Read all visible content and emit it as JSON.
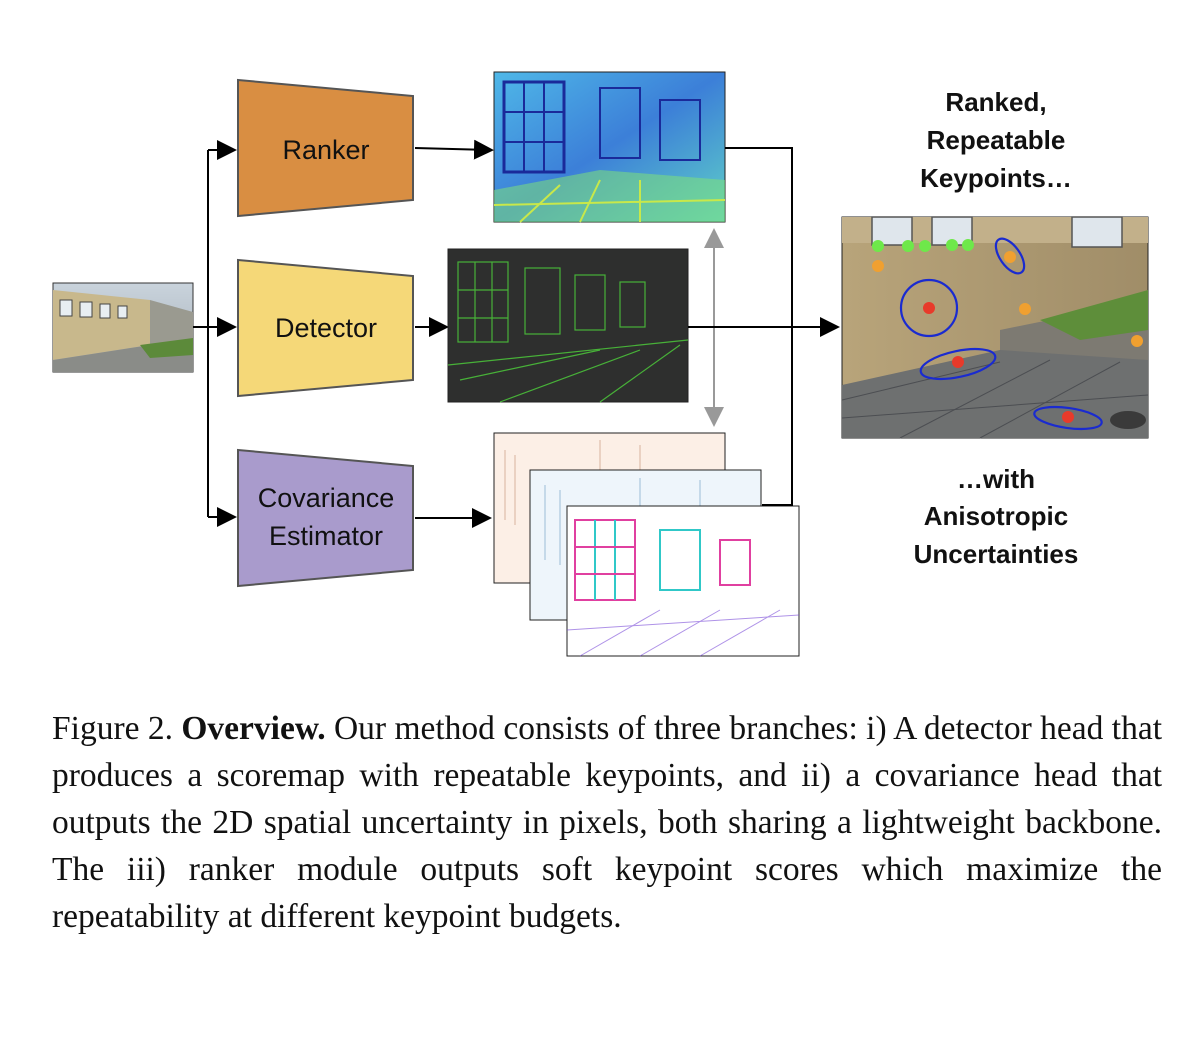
{
  "figure": {
    "blocks": {
      "ranker": "Ranker",
      "detector": "Detector",
      "covariance_line1": "Covariance",
      "covariance_line2": "Estimator"
    },
    "right_labels": {
      "top_line1": "Ranked,",
      "top_line2": "Repeatable",
      "top_line3": "Keypoints…",
      "bottom_line1": "…with",
      "bottom_line2": "Anisotropic",
      "bottom_line3": "Uncertainties"
    },
    "colors": {
      "ranker": "#d98e42",
      "detector": "#f5d878",
      "covariance": "#a99bcc",
      "block_border": "#555555",
      "green_kp": "#6ee84a",
      "orange_kp": "#f0a030",
      "red_kp": "#e83a2a",
      "ellipse": "#1a2bd0"
    }
  },
  "caption": {
    "label": "Figure 2.",
    "bold": "Overview.",
    "text": "Our method consists of three branches: i) A detector head that produces a scoremap with repeatable keypoints, and ii) a covariance head that outputs the 2D spatial uncertainty in pixels, both sharing a lightweight backbone. The iii) ranker module outputs soft keypoint scores which maximize the repeatability at different keypoint budgets."
  }
}
